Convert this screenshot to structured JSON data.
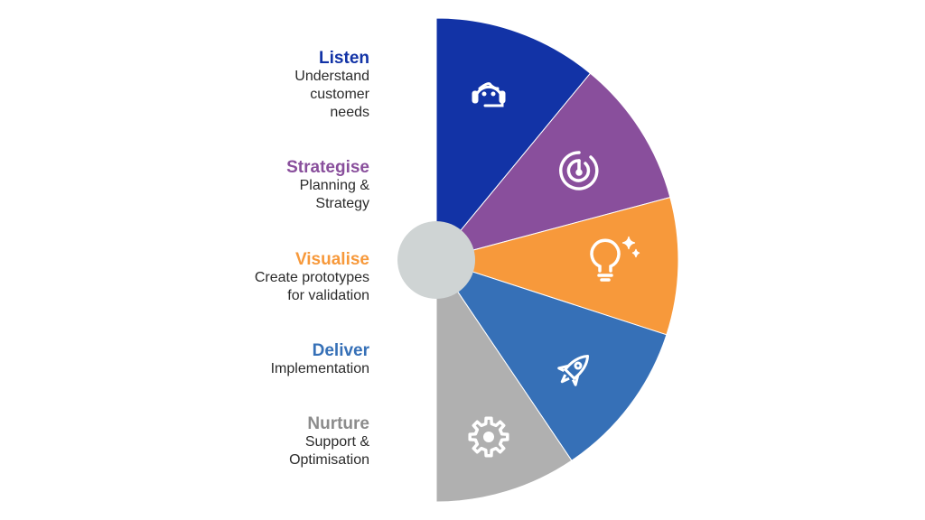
{
  "stages": [
    {
      "title": "Listen",
      "description": "Understand\ncustomer\nneeds",
      "color": "#1233a6",
      "icon": "headset-icon"
    },
    {
      "title": "Strategise",
      "description": "Planning &\nStrategy",
      "color": "#894f9c",
      "icon": "target-icon"
    },
    {
      "title": "Visualise",
      "description": "Create prototypes\nfor validation",
      "color": "#f7993b",
      "icon": "lightbulb-icon"
    },
    {
      "title": "Deliver",
      "description": "Implementation",
      "color": "#3670b7",
      "icon": "rocket-icon"
    },
    {
      "title": "Nurture",
      "description": "Support &\nOptimisation",
      "color": "#b0b0b0",
      "icon": "gear-icon"
    }
  ],
  "hub_color": "#cfd4d4",
  "title_colors": [
    "#1233a6",
    "#894f9c",
    "#f7993b",
    "#3670b7",
    "#8c8c8c"
  ]
}
